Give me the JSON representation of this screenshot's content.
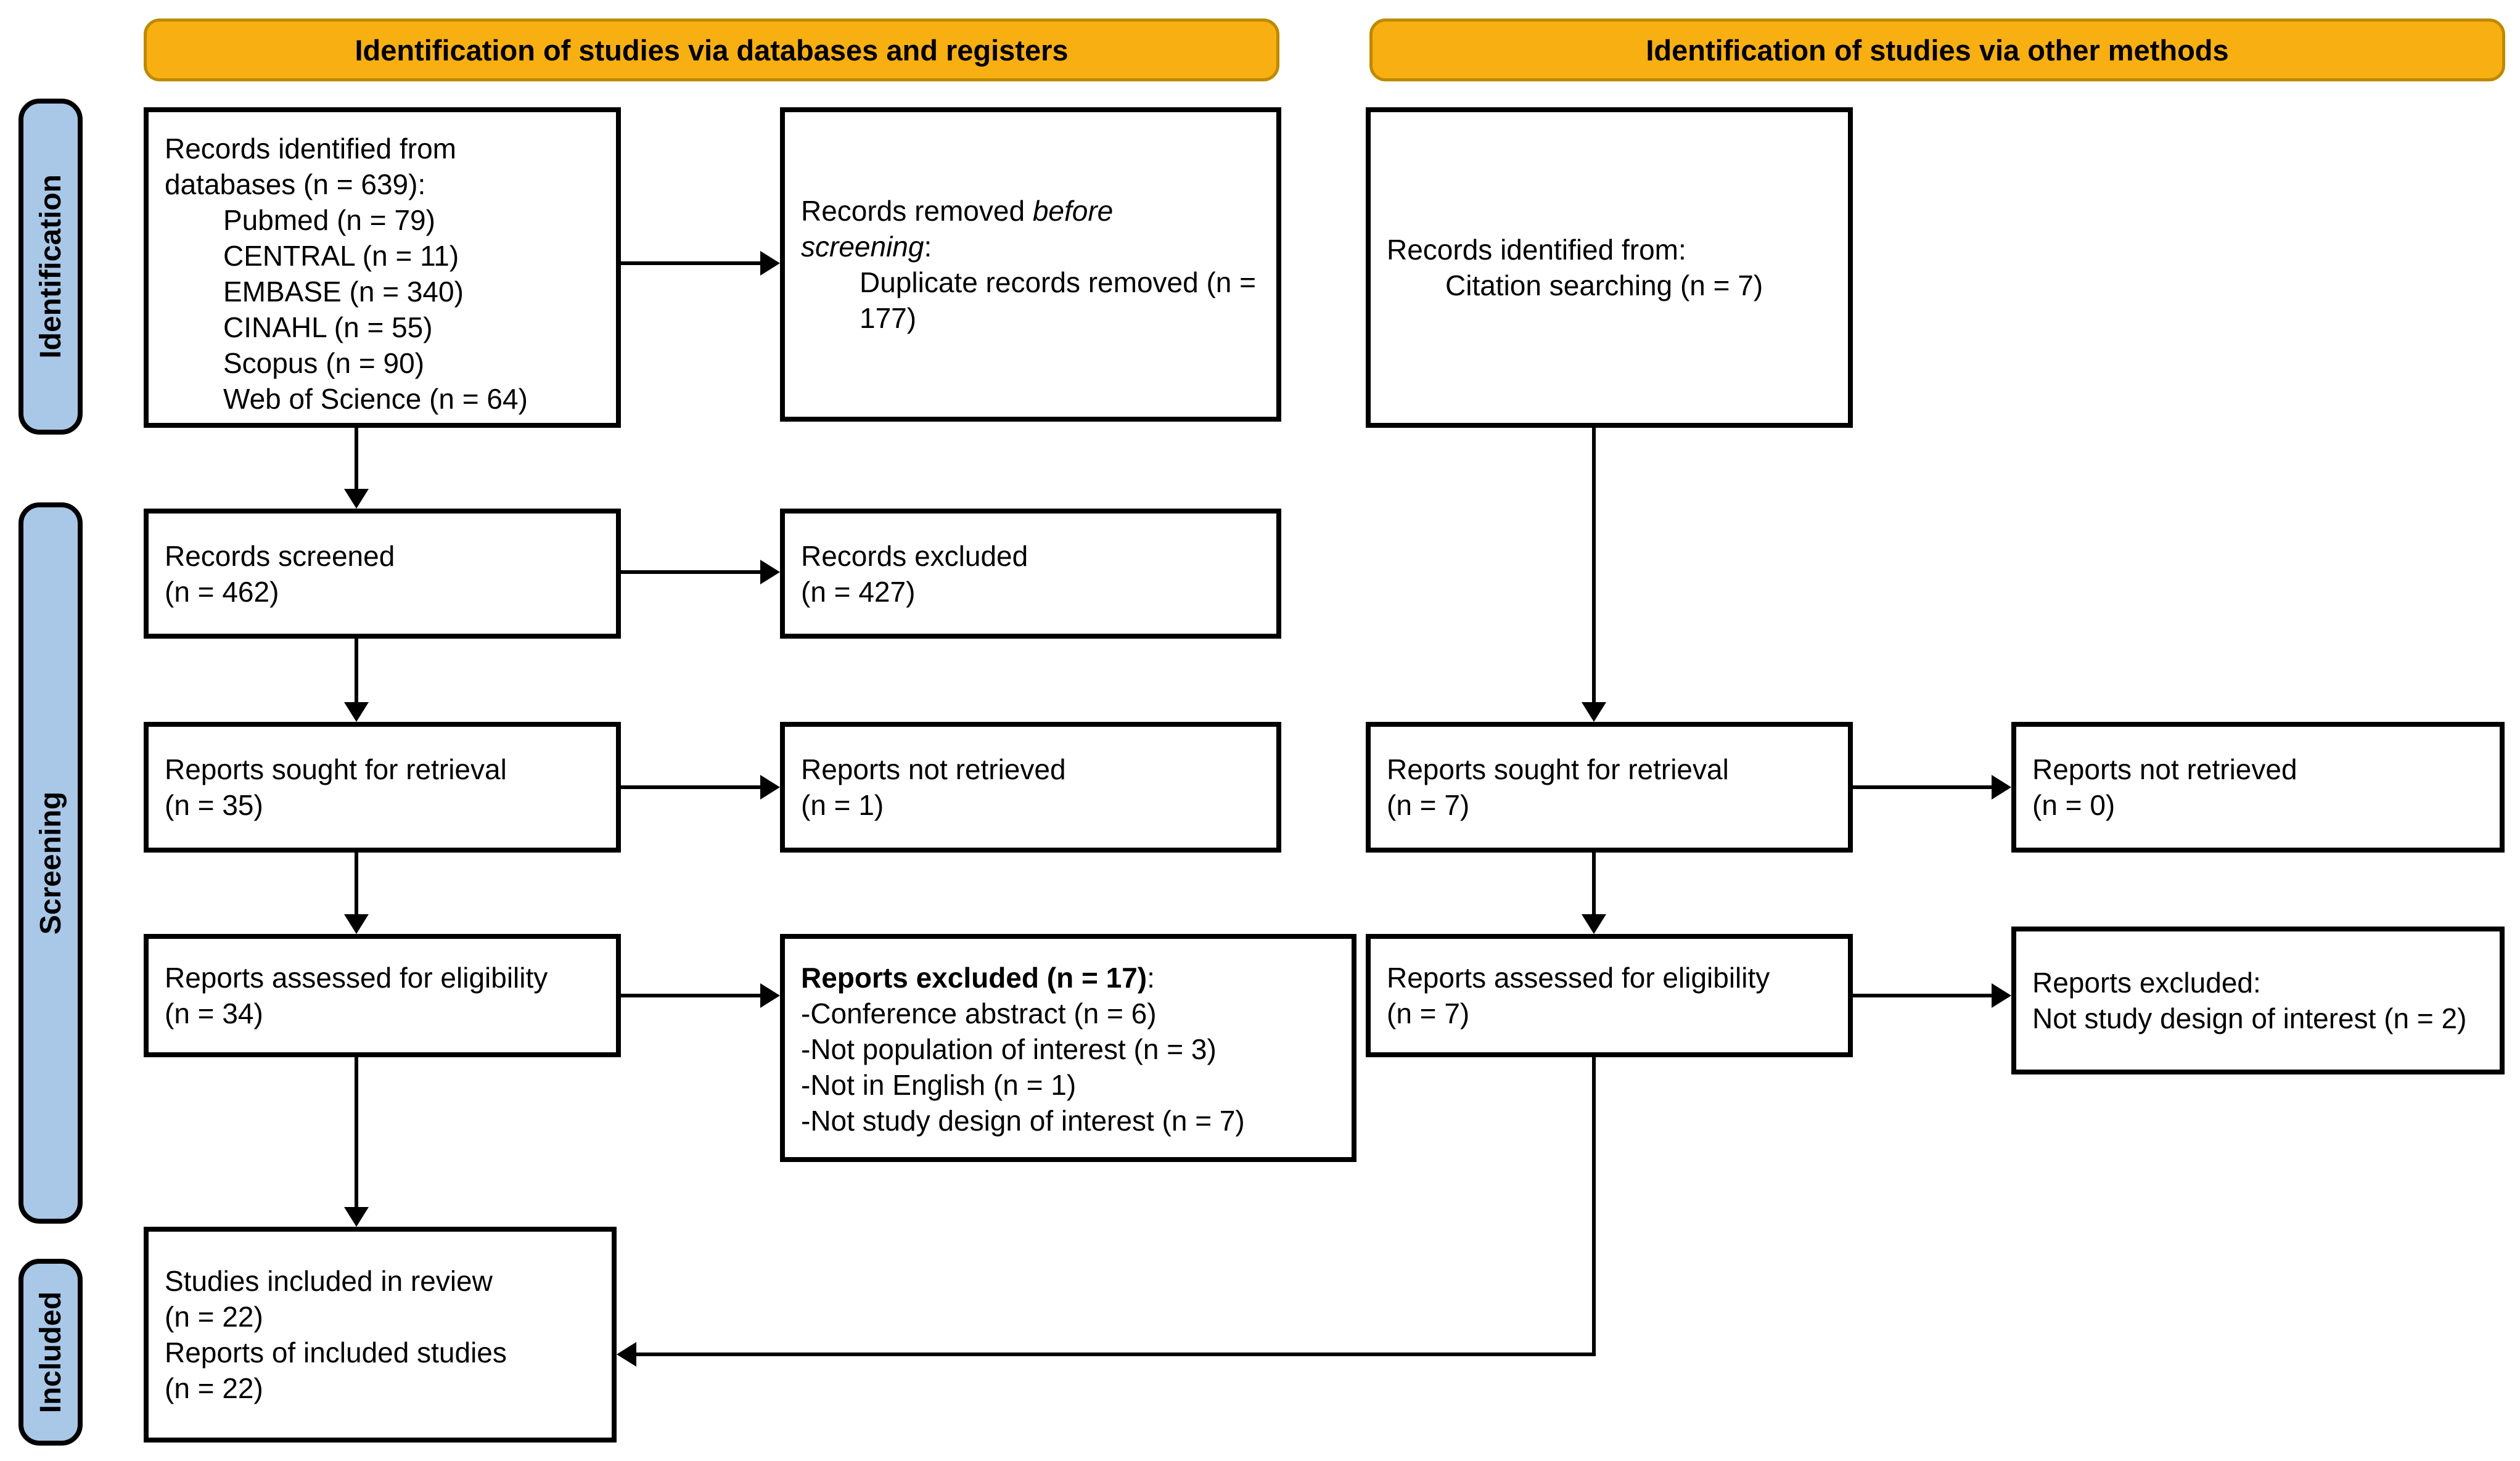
{
  "banners": {
    "databases": "Identification of studies via databases and registers",
    "other": "Identification of studies via other methods"
  },
  "stages": {
    "identification": "Identification",
    "screening": "Screening",
    "included": "Included"
  },
  "colors": {
    "banner_fill": "#F8AF12",
    "banner_border": "#BD8A00",
    "stage_fill": "#A9C8E8",
    "line_color": "#000000"
  },
  "boxes": {
    "db_records": {
      "intro_l1": "Records identified from",
      "intro_l2": "databases (n = 639):",
      "items": [
        "Pubmed (n = 79)",
        "CENTRAL (n = 11)",
        "EMBASE (n = 340)",
        "CINAHL (n = 55)",
        "Scopus (n = 90)",
        "Web of Science (n = 64)"
      ]
    },
    "dup_removed": {
      "t1": "Records removed ",
      "t2_italic": "before screening",
      "t3": ":",
      "item": "Duplicate records removed (n = 177)"
    },
    "citation": {
      "intro": "Records identified from:",
      "item": "Citation searching (n = 7)"
    },
    "screened": {
      "l1": "Records screened",
      "l2": "(n = 462)"
    },
    "records_excluded": {
      "l1": "Records excluded",
      "l2": "(n = 427)"
    },
    "sought_db": {
      "l1": "Reports sought for retrieval",
      "l2": "(n = 35)"
    },
    "not_retrieved_db": {
      "l1": "Reports not retrieved",
      "l2": "(n = 1)"
    },
    "assessed_db": {
      "l1": "Reports assessed for eligibility",
      "l2": "(n = 34)"
    },
    "reports_excluded_db": {
      "header_bold": "Reports excluded (n = 17)",
      "header_tail": ":",
      "items": [
        "-Conference abstract (n = 6)",
        "-Not population of interest (n = 3)",
        "-Not in English (n = 1)",
        "-Not study design of interest (n = 7)"
      ]
    },
    "sought_other": {
      "l1": "Reports sought for retrieval",
      "l2": "(n = 7)"
    },
    "not_retrieved_other": {
      "l1": "Reports not retrieved",
      "l2": "(n = 0)"
    },
    "assessed_other": {
      "l1": "Reports assessed for eligibility",
      "l2": "(n = 7)"
    },
    "reports_excluded_other": {
      "l1": "Reports excluded:",
      "l2": "Not study design of interest (n = 2)"
    },
    "included": {
      "l1": "Studies included in review",
      "l2": "(n = 22)",
      "l3": "Reports of included studies",
      "l4": "(n = 22)"
    }
  }
}
